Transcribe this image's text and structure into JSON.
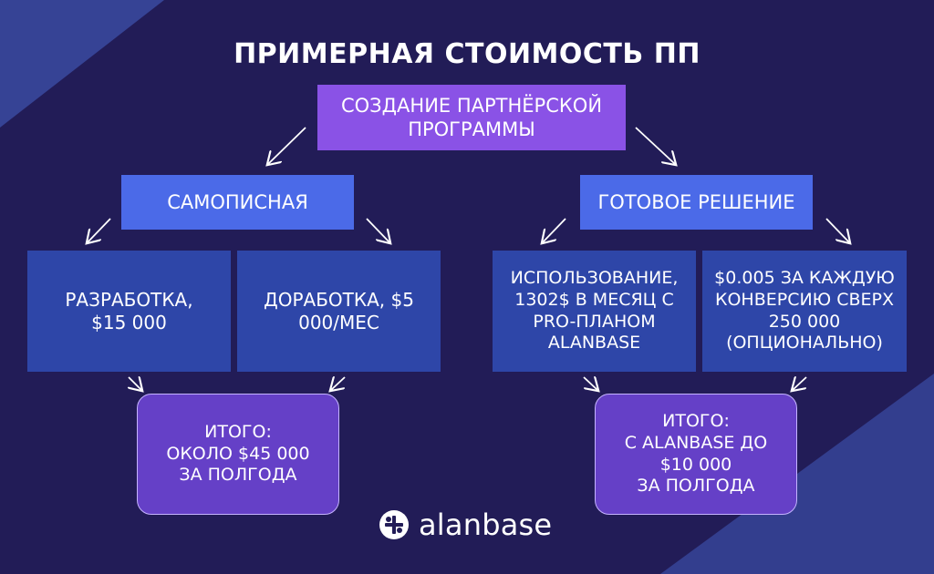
{
  "title": "ПРИМЕРНАЯ СТОИМОСТЬ ПП",
  "root": {
    "label": "СОЗДАНИЕ ПАРТНЁРСКОЙ\nПРОГРАММЫ"
  },
  "branches": {
    "left": {
      "label": "САМОПИСНАЯ",
      "items": [
        "РАЗРАБОТКА,\n$15 000",
        "ДОРАБОТКА, $5\n000/МЕС"
      ],
      "total": "ИТОГО:\nОКОЛО $45 000\nЗА ПОЛГОДА"
    },
    "right": {
      "label": "ГОТОВОЕ РЕШЕНИЕ",
      "items": [
        "ИСПОЛЬЗОВАНИЕ,\n1302$ В МЕСЯЦ С\nPRO-ПЛАНОМ\nALANBASE",
        "$0.005 ЗА КАЖДУЮ\nКОНВЕРСИЮ СВЕРХ\n250 000\n(ОПЦИОНАЛЬНО)"
      ],
      "total": "ИТОГО:\nС ALANBASE ДО\n$10 000\nЗА ПОЛГОДА"
    }
  },
  "logo": {
    "text": "alanbase",
    "icon": "alanbase-logo-icon"
  },
  "colors": {
    "background": "#221c57",
    "decor": "#3a4aa0",
    "root": "#8a52e6",
    "branch": "#4b6ae8",
    "leaf": "#2e46a8",
    "total": "#6540c7",
    "arrow": "#ffffff"
  }
}
